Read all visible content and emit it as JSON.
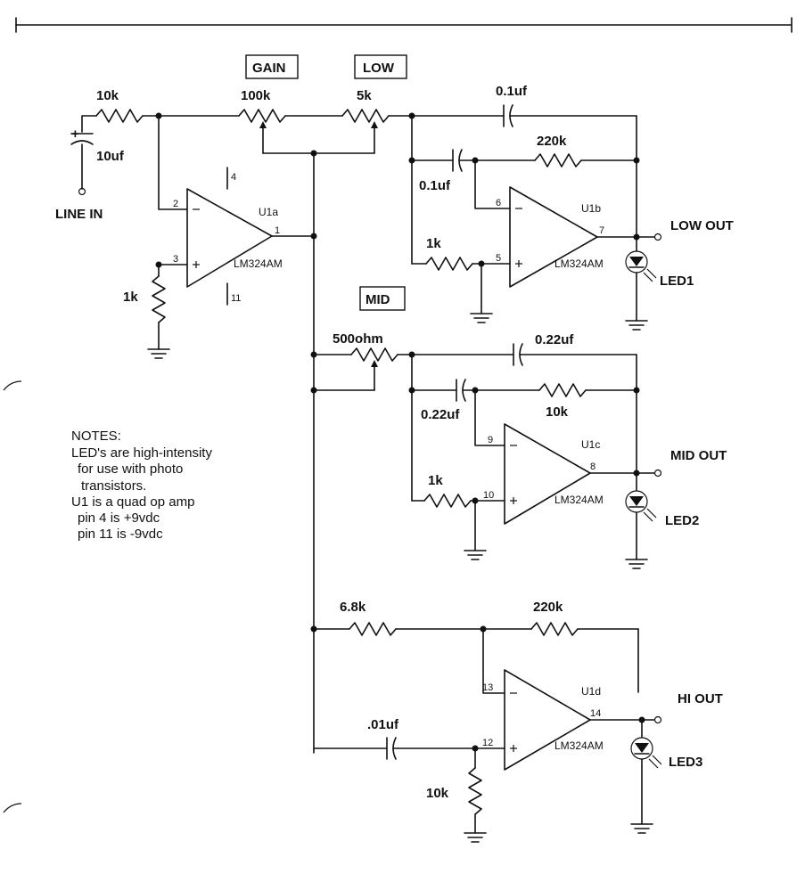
{
  "labels": {
    "gain": "GAIN",
    "low": "LOW",
    "mid": "MID",
    "line_in": "LINE IN",
    "low_out": "LOW OUT",
    "mid_out": "MID OUT",
    "hi_out": "HI OUT"
  },
  "components": {
    "r_in": "10k",
    "c_in": "10uf",
    "pot_gain": "100k",
    "pot_low": "5k",
    "c_low_top": "0.1uf",
    "r_low_fb": "220k",
    "c_low_fb": "0.1uf",
    "r_low_in": "1k",
    "r_u1a": "1k",
    "pot_mid": "500ohm",
    "c_mid_top": "0.22uf",
    "c_mid_fb": "0.22uf",
    "r_mid_fb": "10k",
    "r_mid_in": "1k",
    "r_hi_in": "6.8k",
    "r_hi_fb": "220k",
    "c_hi": ".01uf",
    "r_hi_gnd": "10k"
  },
  "opamps": {
    "u1a": {
      "name": "U1a",
      "part": "LM324AM",
      "pin_inv": "2",
      "pin_non": "3",
      "pin_out": "1",
      "pin_vp": "4",
      "pin_vn": "11"
    },
    "u1b": {
      "name": "U1b",
      "part": "LM324AM",
      "pin_inv": "6",
      "pin_non": "5",
      "pin_out": "7"
    },
    "u1c": {
      "name": "U1c",
      "part": "LM324AM",
      "pin_inv": "9",
      "pin_non": "10",
      "pin_out": "8"
    },
    "u1d": {
      "name": "U1d",
      "part": "LM324AM",
      "pin_inv": "13",
      "pin_non": "12",
      "pin_out": "14"
    }
  },
  "leds": {
    "led1": "LED1",
    "led2": "LED2",
    "led3": "LED3"
  },
  "cap_plus": "+",
  "notes": [
    "NOTES:",
    "LED's are high-intensity",
    "for use with photo",
    "transistors.",
    "U1 is a quad op amp",
    "pin 4 is +9vdc",
    "pin 11 is -9vdc"
  ]
}
